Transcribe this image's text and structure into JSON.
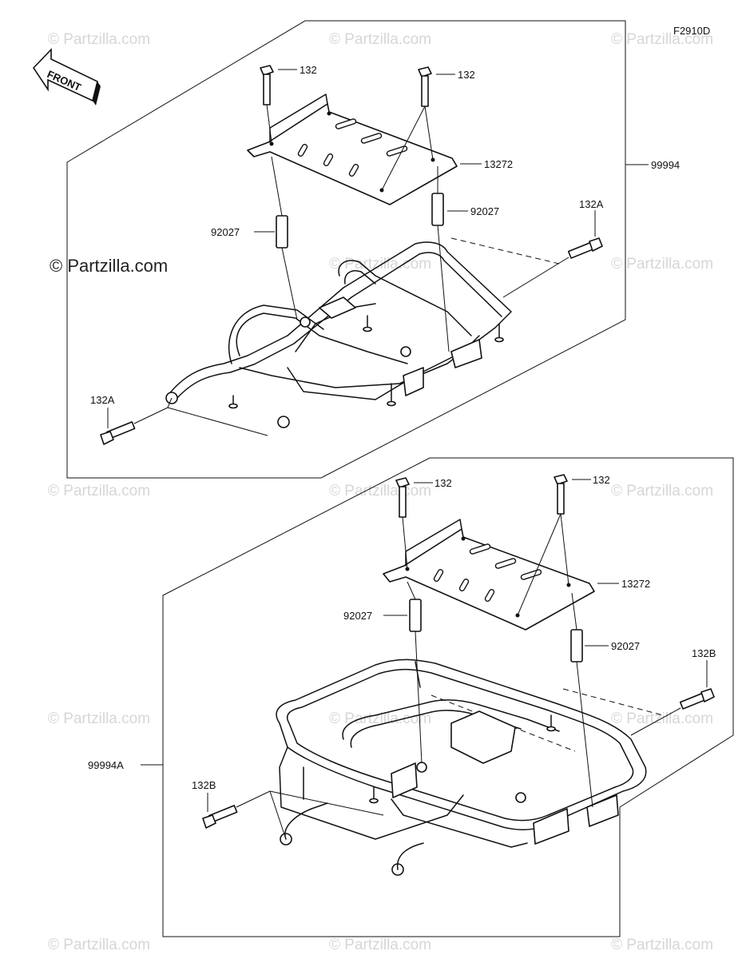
{
  "diagram_code": "F2910D",
  "front_label": "FRONT",
  "watermarks": {
    "text": "© Partzilla.com",
    "prominent": "© Partzilla.com"
  },
  "upper_assembly": {
    "assembly_label": "99994",
    "bolt_top_left": "132",
    "bolt_top_right": "132",
    "plate": "13272",
    "collar_left": "92027",
    "collar_right": "92027",
    "bolt_side_right": "132A",
    "bolt_side_left": "132A"
  },
  "lower_assembly": {
    "assembly_label": "99994A",
    "bolt_top_left": "132",
    "bolt_top_right": "132",
    "plate": "13272",
    "collar_left": "92027",
    "collar_right": "92027",
    "bolt_side_right": "132B",
    "bolt_side_left": "132B"
  }
}
